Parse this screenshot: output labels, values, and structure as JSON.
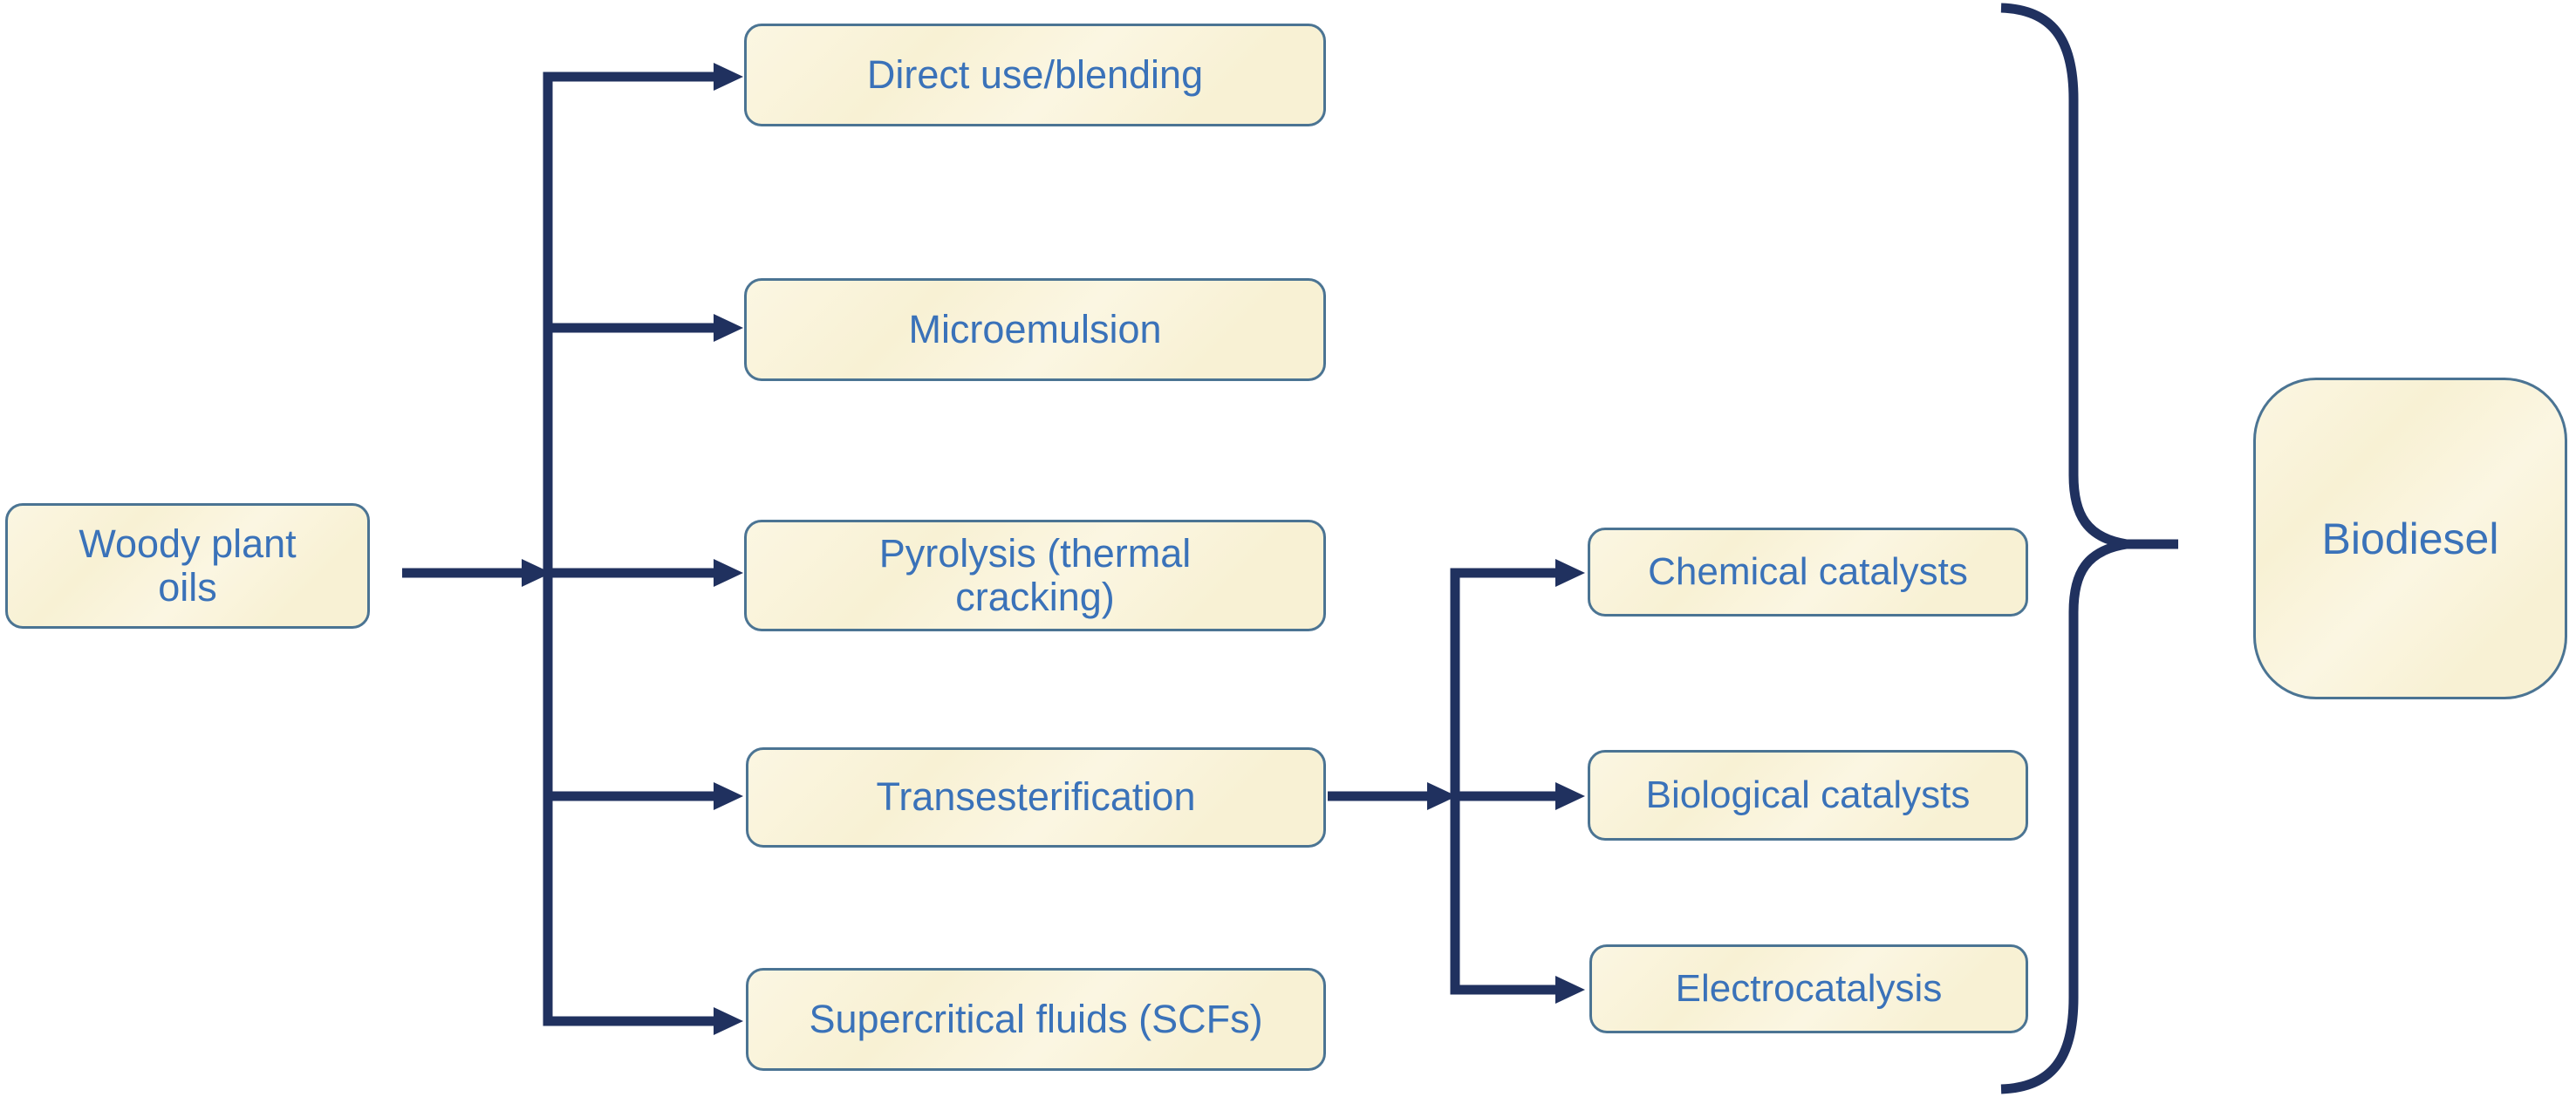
{
  "boxes": {
    "source": {
      "label": "Woody plant oils"
    },
    "method_1": {
      "label": "Direct use/blending"
    },
    "method_2": {
      "label": "Microemulsion"
    },
    "method_3": {
      "label": "Pyrolysis (thermal cracking)"
    },
    "method_4": {
      "label": "Transesterification"
    },
    "method_5": {
      "label": "Supercritical fluids (SCFs)"
    },
    "catalyst_1": {
      "label": "Chemical catalysts"
    },
    "catalyst_2": {
      "label": "Biological catalysts"
    },
    "catalyst_3": {
      "label": "Electrocatalysis"
    },
    "product": {
      "label": "Biodiesel"
    }
  },
  "edges": [
    {
      "from": "Woody plant oils",
      "to": "Direct use/blending"
    },
    {
      "from": "Woody plant oils",
      "to": "Microemulsion"
    },
    {
      "from": "Woody plant oils",
      "to": "Pyrolysis (thermal cracking)"
    },
    {
      "from": "Woody plant oils",
      "to": "Transesterification"
    },
    {
      "from": "Woody plant oils",
      "to": "Supercritical fluids (SCFs)"
    },
    {
      "from": "Transesterification",
      "to": "Chemical catalysts"
    },
    {
      "from": "Transesterification",
      "to": "Biological catalysts"
    },
    {
      "from": "Transesterification",
      "to": "Electrocatalysis"
    },
    {
      "from": "brace-group (all pathways)",
      "to": "Biodiesel"
    }
  ],
  "colors": {
    "background": "#FFFFFF",
    "box_fill": "#F8F1D4",
    "box_fill_light": "#FBF6E2",
    "box_border": "#4B7493",
    "label_text": "#3A72B9",
    "connector": "#20315F"
  }
}
